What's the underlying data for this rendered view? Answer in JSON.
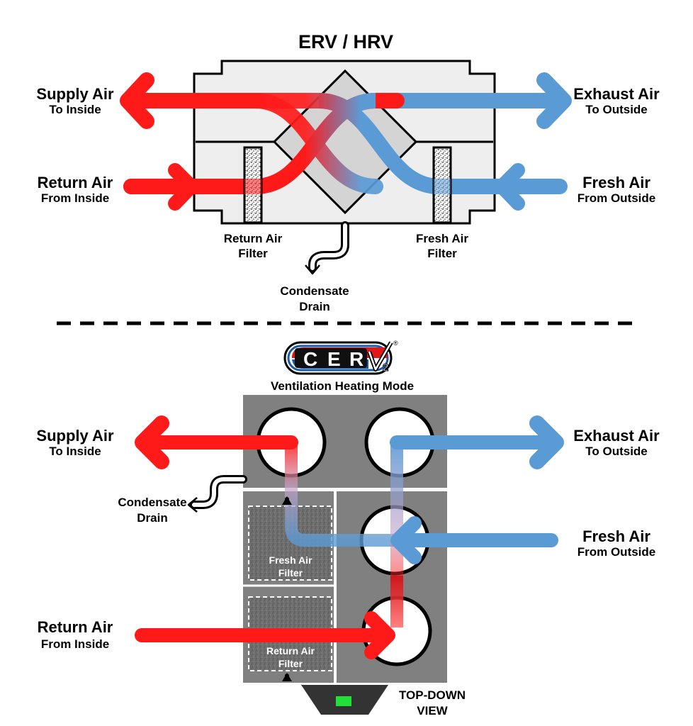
{
  "colors": {
    "supply": "#ff1a1a",
    "exhaust": "#5b9bd5",
    "unit": "#808080",
    "housing": "#eeeeee",
    "core": "#d4d4d4",
    "indicator": "#22e03a"
  },
  "erv": {
    "title": "ERV / HRV",
    "supply": {
      "main": "Supply Air",
      "sub": "To Inside"
    },
    "exhaust": {
      "main": "Exhaust Air",
      "sub": "To Outside"
    },
    "ret": {
      "main": "Return Air",
      "sub": "From Inside"
    },
    "fresh": {
      "main": "Fresh Air",
      "sub": "From Outside"
    },
    "return_filter": [
      "Return Air",
      "Filter"
    ],
    "fresh_filter": [
      "Fresh Air",
      "Filter"
    ],
    "drain": [
      "Condensate",
      "Drain"
    ]
  },
  "cerv": {
    "logo": {
      "letters": [
        "C",
        "E",
        "R"
      ],
      "suffix": "2",
      "registered": "®"
    },
    "mode": "Ventilation Heating Mode",
    "supply": {
      "main": "Supply Air",
      "sub": "To Inside"
    },
    "exhaust": {
      "main": "Exhaust Air",
      "sub": "To Outside"
    },
    "fresh": {
      "main": "Fresh Air",
      "sub": "From Outside"
    },
    "ret": {
      "main": "Return Air",
      "sub": "From Inside"
    },
    "drain": [
      "Condensate",
      "Drain"
    ],
    "fresh_filter": [
      "Fresh Air",
      "Filter"
    ],
    "return_filter": [
      "Return Air",
      "Filter"
    ],
    "view": [
      "TOP-DOWN",
      "VIEW"
    ]
  }
}
